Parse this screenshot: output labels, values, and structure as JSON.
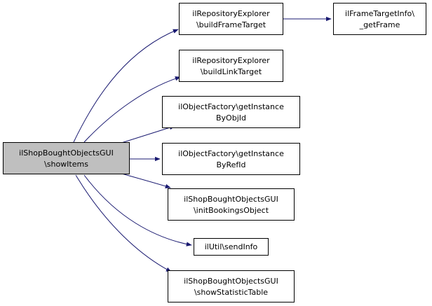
{
  "graph": {
    "colors": {
      "edge": "#191970",
      "node_border": "#000000",
      "node_fill": "#ffffff",
      "root_fill": "#bfbfbf"
    },
    "nodes": [
      {
        "id": "root",
        "lines": [
          "ilShopBoughtObjectsGUI",
          "\\showItems"
        ]
      },
      {
        "id": "repo-build-frame",
        "lines": [
          "ilRepositoryExplorer",
          "\\buildFrameTarget"
        ]
      },
      {
        "id": "frame-get-frame",
        "lines": [
          "ilFrameTargetInfo\\",
          "_getFrame"
        ]
      },
      {
        "id": "repo-build-link",
        "lines": [
          "ilRepositoryExplorer",
          "\\buildLinkTarget"
        ]
      },
      {
        "id": "factory-by-objid",
        "lines": [
          "ilObjectFactory\\getInstance",
          "ByObjId"
        ]
      },
      {
        "id": "factory-by-refid",
        "lines": [
          "ilObjectFactory\\getInstance",
          "ByRefId"
        ]
      },
      {
        "id": "shop-init-bookings",
        "lines": [
          "ilShopBoughtObjectsGUI",
          "\\initBookingsObject"
        ]
      },
      {
        "id": "util-send-info",
        "lines": [
          "ilUtil\\sendInfo"
        ]
      },
      {
        "id": "shop-show-stats",
        "lines": [
          "ilShopBoughtObjectsGUI",
          "\\showStatisticTable"
        ]
      }
    ]
  }
}
